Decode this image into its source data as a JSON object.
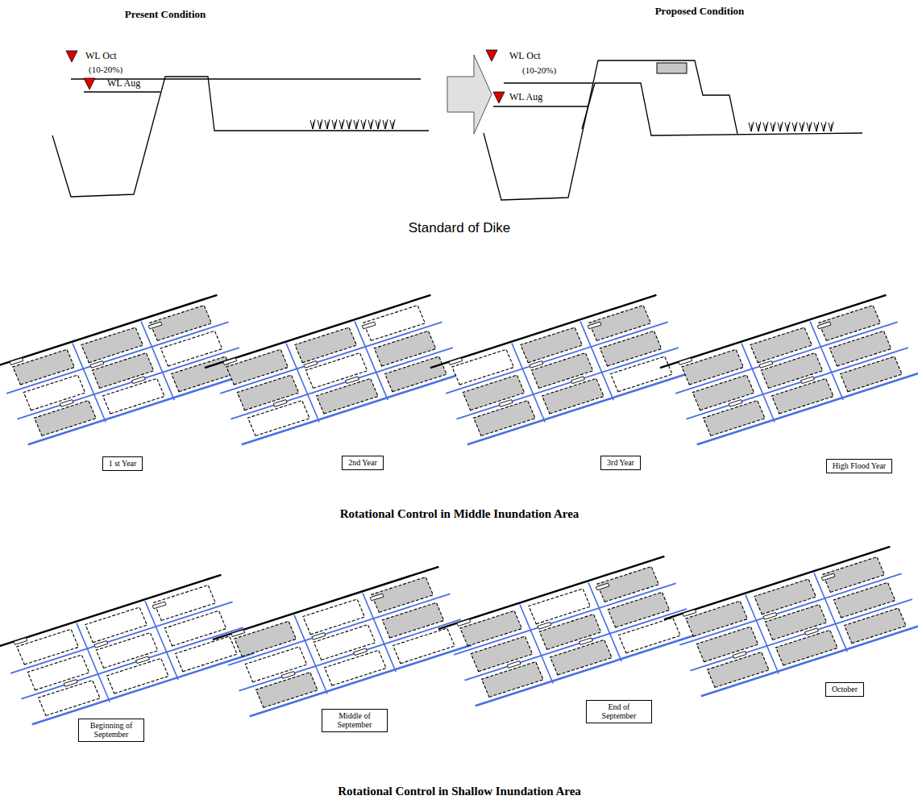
{
  "diagram": {
    "nodes": [
      {
        "text": [
          "1 st Year"
        ]
      },
      {
        "text": [
          "2nd Year"
        ]
      },
      {
        "text": [
          "3rd Year"
        ]
      },
      {
        "text": [
          "High Flood Year"
        ]
      },
      {
        "text": [
          "Beginning of September"
        ]
      },
      {
        "text": [
          "Middle of September"
        ]
      },
      {
        "text": [
          "End of September"
        ]
      },
      {
        "text": [
          "October"
        ]
      }
    ],
    "labels": [
      "Present Condition",
      "Proposed Condition",
      "WL Oct",
      "(10-20%)",
      "WL Aug",
      "WL Oct",
      "(10-20%)",
      "WL Aug",
      "Standard of Dike",
      "Rotational Control in Middle Inundation Area",
      "Rotational Control in Shallow Inundation Area"
    ]
  }
}
